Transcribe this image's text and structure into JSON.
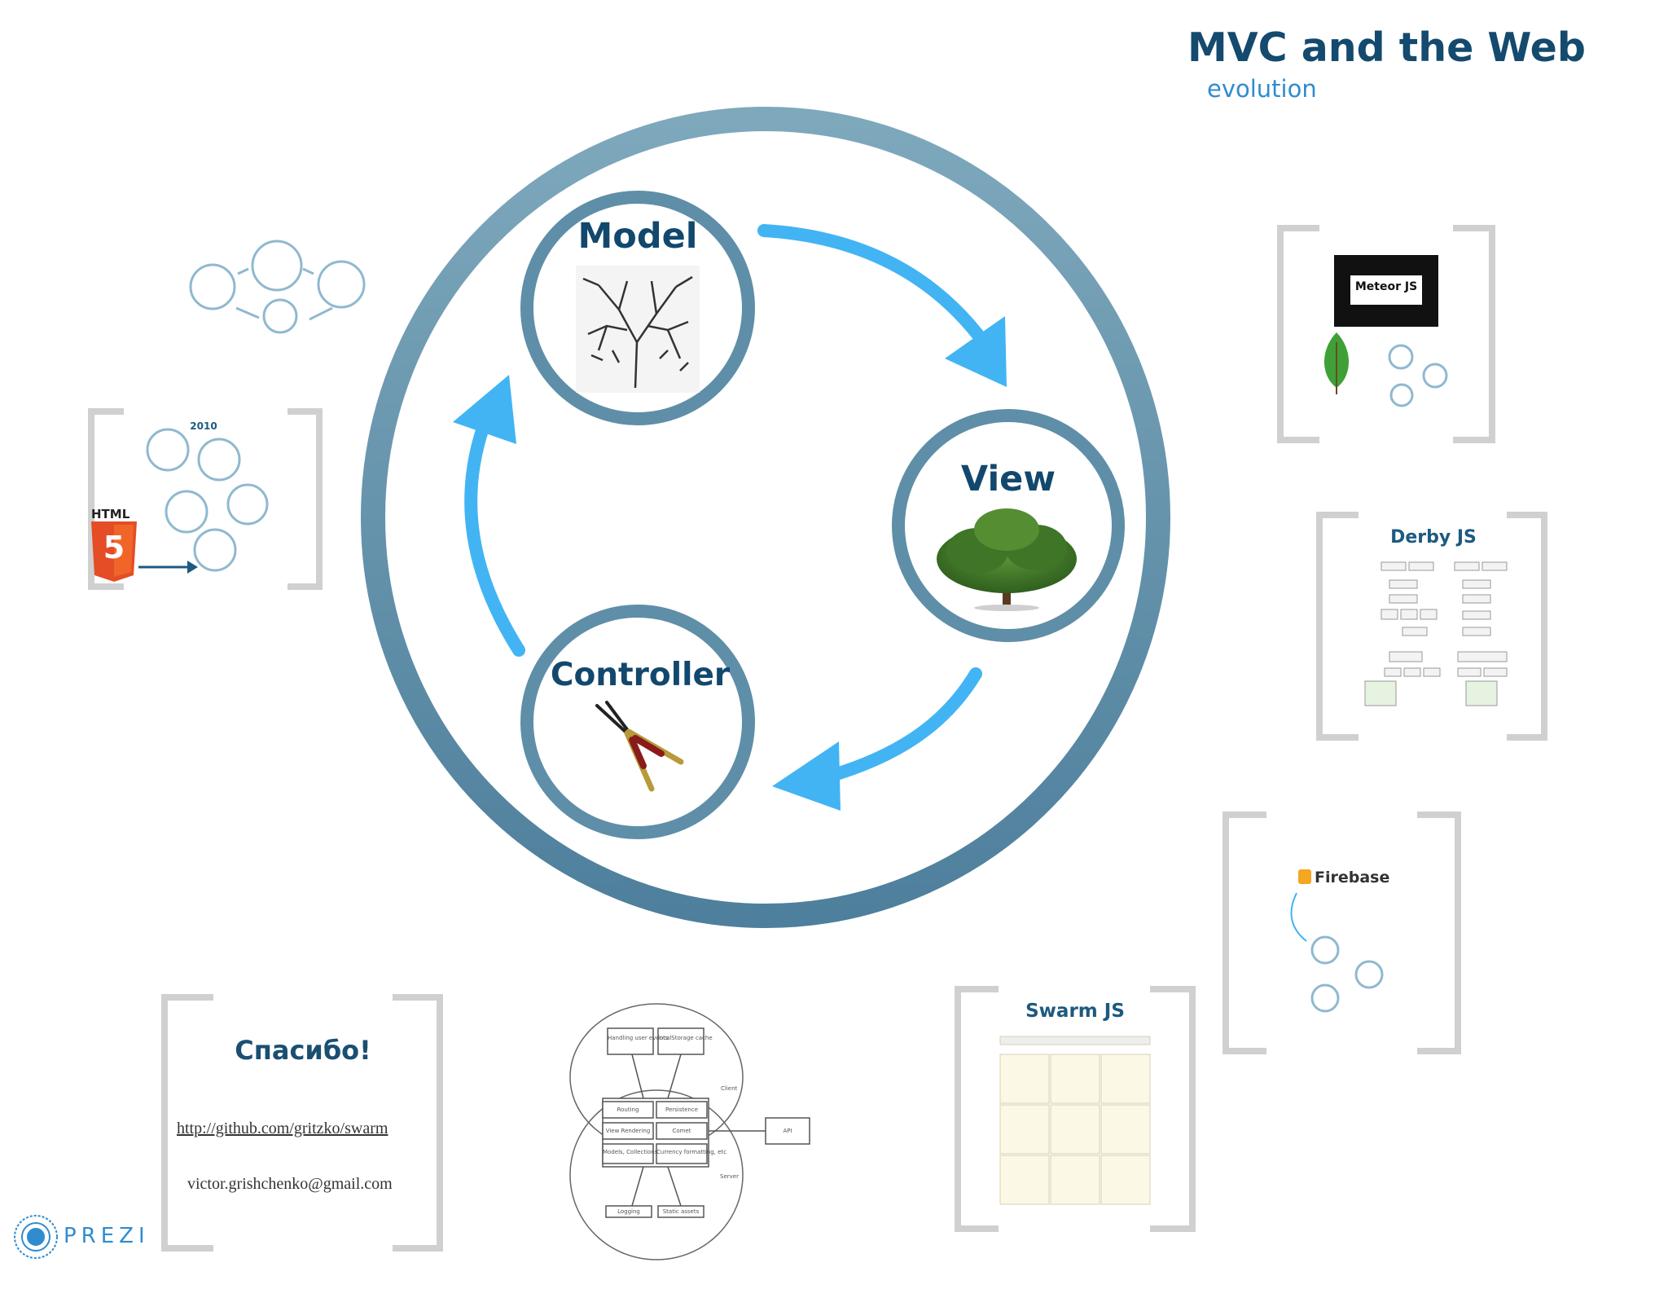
{
  "header": {
    "title": "MVC and the Web",
    "subtitle": "evolution"
  },
  "cycle": {
    "model_label": "Model",
    "view_label": "View",
    "controller_label": "Controller"
  },
  "frames": {
    "meteor_label": "Meteor JS",
    "derby_title": "Derby JS",
    "firebase_title": "Firebase",
    "swarm_title": "Swarm JS",
    "html5_label": "HTML",
    "html5_digit": "5",
    "year_label": "2010",
    "thanks": {
      "title": "Спасибо!",
      "link": "http://github.com/gritzko/swarm",
      "email": "victor.grishchenko@gmail.com"
    }
  },
  "architecture": {
    "boxes": [
      "Handling user events",
      "localStorage cache",
      "Routing",
      "Persistence",
      "View Rendering",
      "Comet",
      "Models, Collections",
      "Currency formatting, etc",
      "Logging",
      "Static assets"
    ],
    "client_label": "Client",
    "server_label": "Server",
    "api_label": "API"
  },
  "branding": {
    "logo_text": "PREZI"
  },
  "colors": {
    "ring": "#5f92ac",
    "arrow": "#42b4f3",
    "title": "#144a6e",
    "subtitle": "#2f8ccf"
  }
}
